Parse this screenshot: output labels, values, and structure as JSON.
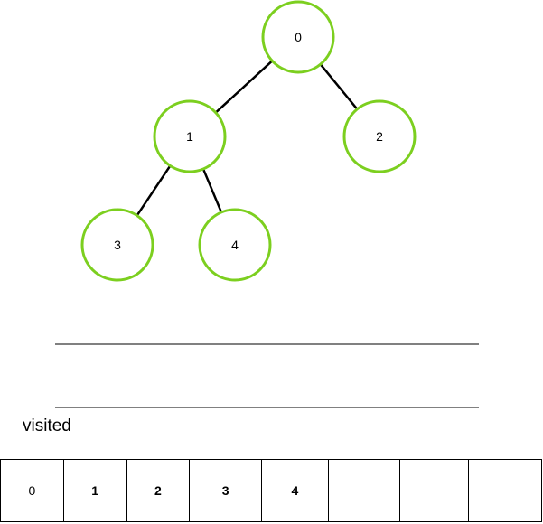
{
  "tree": {
    "nodes": [
      {
        "id": "0",
        "label": "0"
      },
      {
        "id": "1",
        "label": "1"
      },
      {
        "id": "2",
        "label": "2"
      },
      {
        "id": "3",
        "label": "3"
      },
      {
        "id": "4",
        "label": "4"
      }
    ],
    "edges": [
      {
        "from": "0",
        "to": "1"
      },
      {
        "from": "0",
        "to": "2"
      },
      {
        "from": "1",
        "to": "3"
      },
      {
        "from": "1",
        "to": "4"
      }
    ],
    "node_stroke_color": "#7ccf1f",
    "edge_color": "#000000"
  },
  "visited": {
    "label": "visited",
    "cells": [
      {
        "value": "0",
        "bold": false
      },
      {
        "value": "1",
        "bold": true
      },
      {
        "value": "2",
        "bold": true
      },
      {
        "value": "3",
        "bold": true
      },
      {
        "value": "4",
        "bold": true
      },
      {
        "value": "",
        "bold": false
      },
      {
        "value": "",
        "bold": false
      },
      {
        "value": "",
        "bold": false
      }
    ]
  }
}
